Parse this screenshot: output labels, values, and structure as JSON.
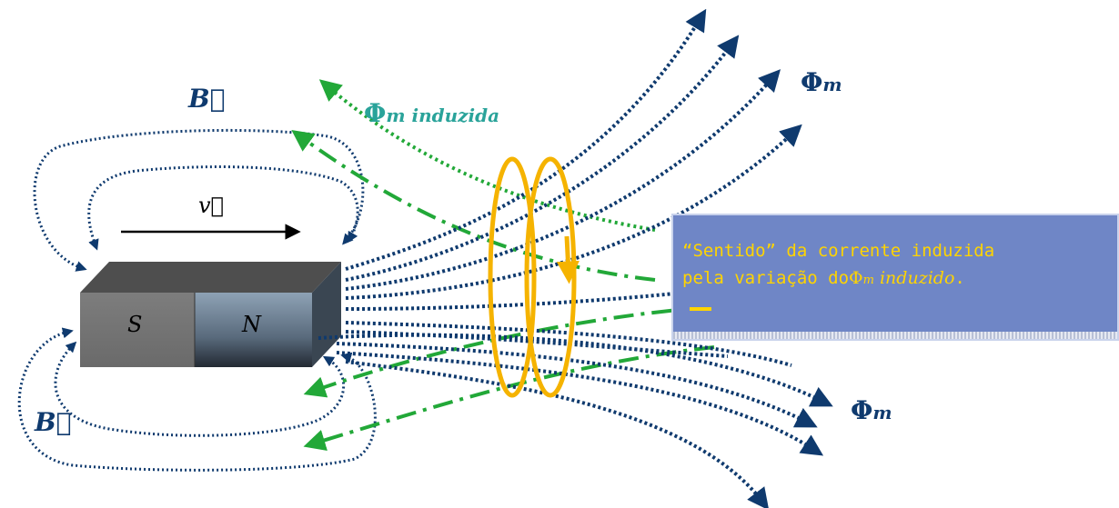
{
  "magnet": {
    "south_label": "S",
    "north_label": "N"
  },
  "labels": {
    "velocity": "v⃗",
    "field_top": "B⃗",
    "field_bottom": "B⃗",
    "flux_induced": "Φ",
    "flux_induced_sub": "m induzida",
    "flux_top": "Φ",
    "flux_top_sub": "m",
    "flux_bottom": "Φ",
    "flux_bottom_sub": "m"
  },
  "note": {
    "line1": "“Sentido” da corrente induzida",
    "line2_prefix": "pela variação do",
    "line2_symbol": "Φ",
    "line2_sub": "m",
    "line2_italic": " induzido",
    "line2_end": "."
  },
  "colors": {
    "field_lines": "#0f3a6e",
    "induced_flux": "#22a838",
    "coil": "#f5b300",
    "label_teal": "#2aa39a",
    "note_background": "#6f86c6",
    "note_text": "#ffd400"
  }
}
